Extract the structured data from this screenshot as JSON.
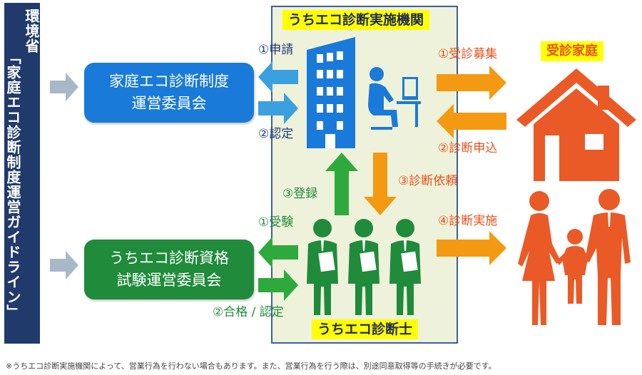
{
  "ministry": {
    "name": "環境省",
    "guideline": "「家庭エコ診断制度運営ガイドライン」"
  },
  "committees": {
    "household": {
      "line1": "家庭エコ診断制度",
      "line2": "運営委員会"
    },
    "exam": {
      "line1": "うちエコ診断資格",
      "line2": "試験運営委員会"
    }
  },
  "center": {
    "institution": "うちエコ診断実施機関",
    "diagnostician": "うちエコ診断士"
  },
  "household_label": "受診家庭",
  "steps": {
    "apply": "①申請",
    "certify_institution": "②認定",
    "recruit": "①受診募集",
    "request_diagnosis": "②診断申込",
    "register": "③登録",
    "commission": "③診断依頼",
    "take_exam": "①受験",
    "perform_diagnosis": "④診断実施",
    "pass_certify": "②合格 / 認定"
  },
  "footnote": "※うちエコ診断実施機関によって、営業行為を行わない場合もあります。また、営業行為を行う際は、別途同意取得等の手続きが必要です。",
  "colors": {
    "navy": "#203a6b",
    "blue": "#1a7ad9",
    "green": "#1f8b3b",
    "orange": "#ea5a27",
    "light_blue_arrow": "#3aa0e0",
    "orange_arrow": "#f39a12",
    "green_arrow": "#2eaa3c",
    "gray_arrow": "#a9b8c8"
  }
}
